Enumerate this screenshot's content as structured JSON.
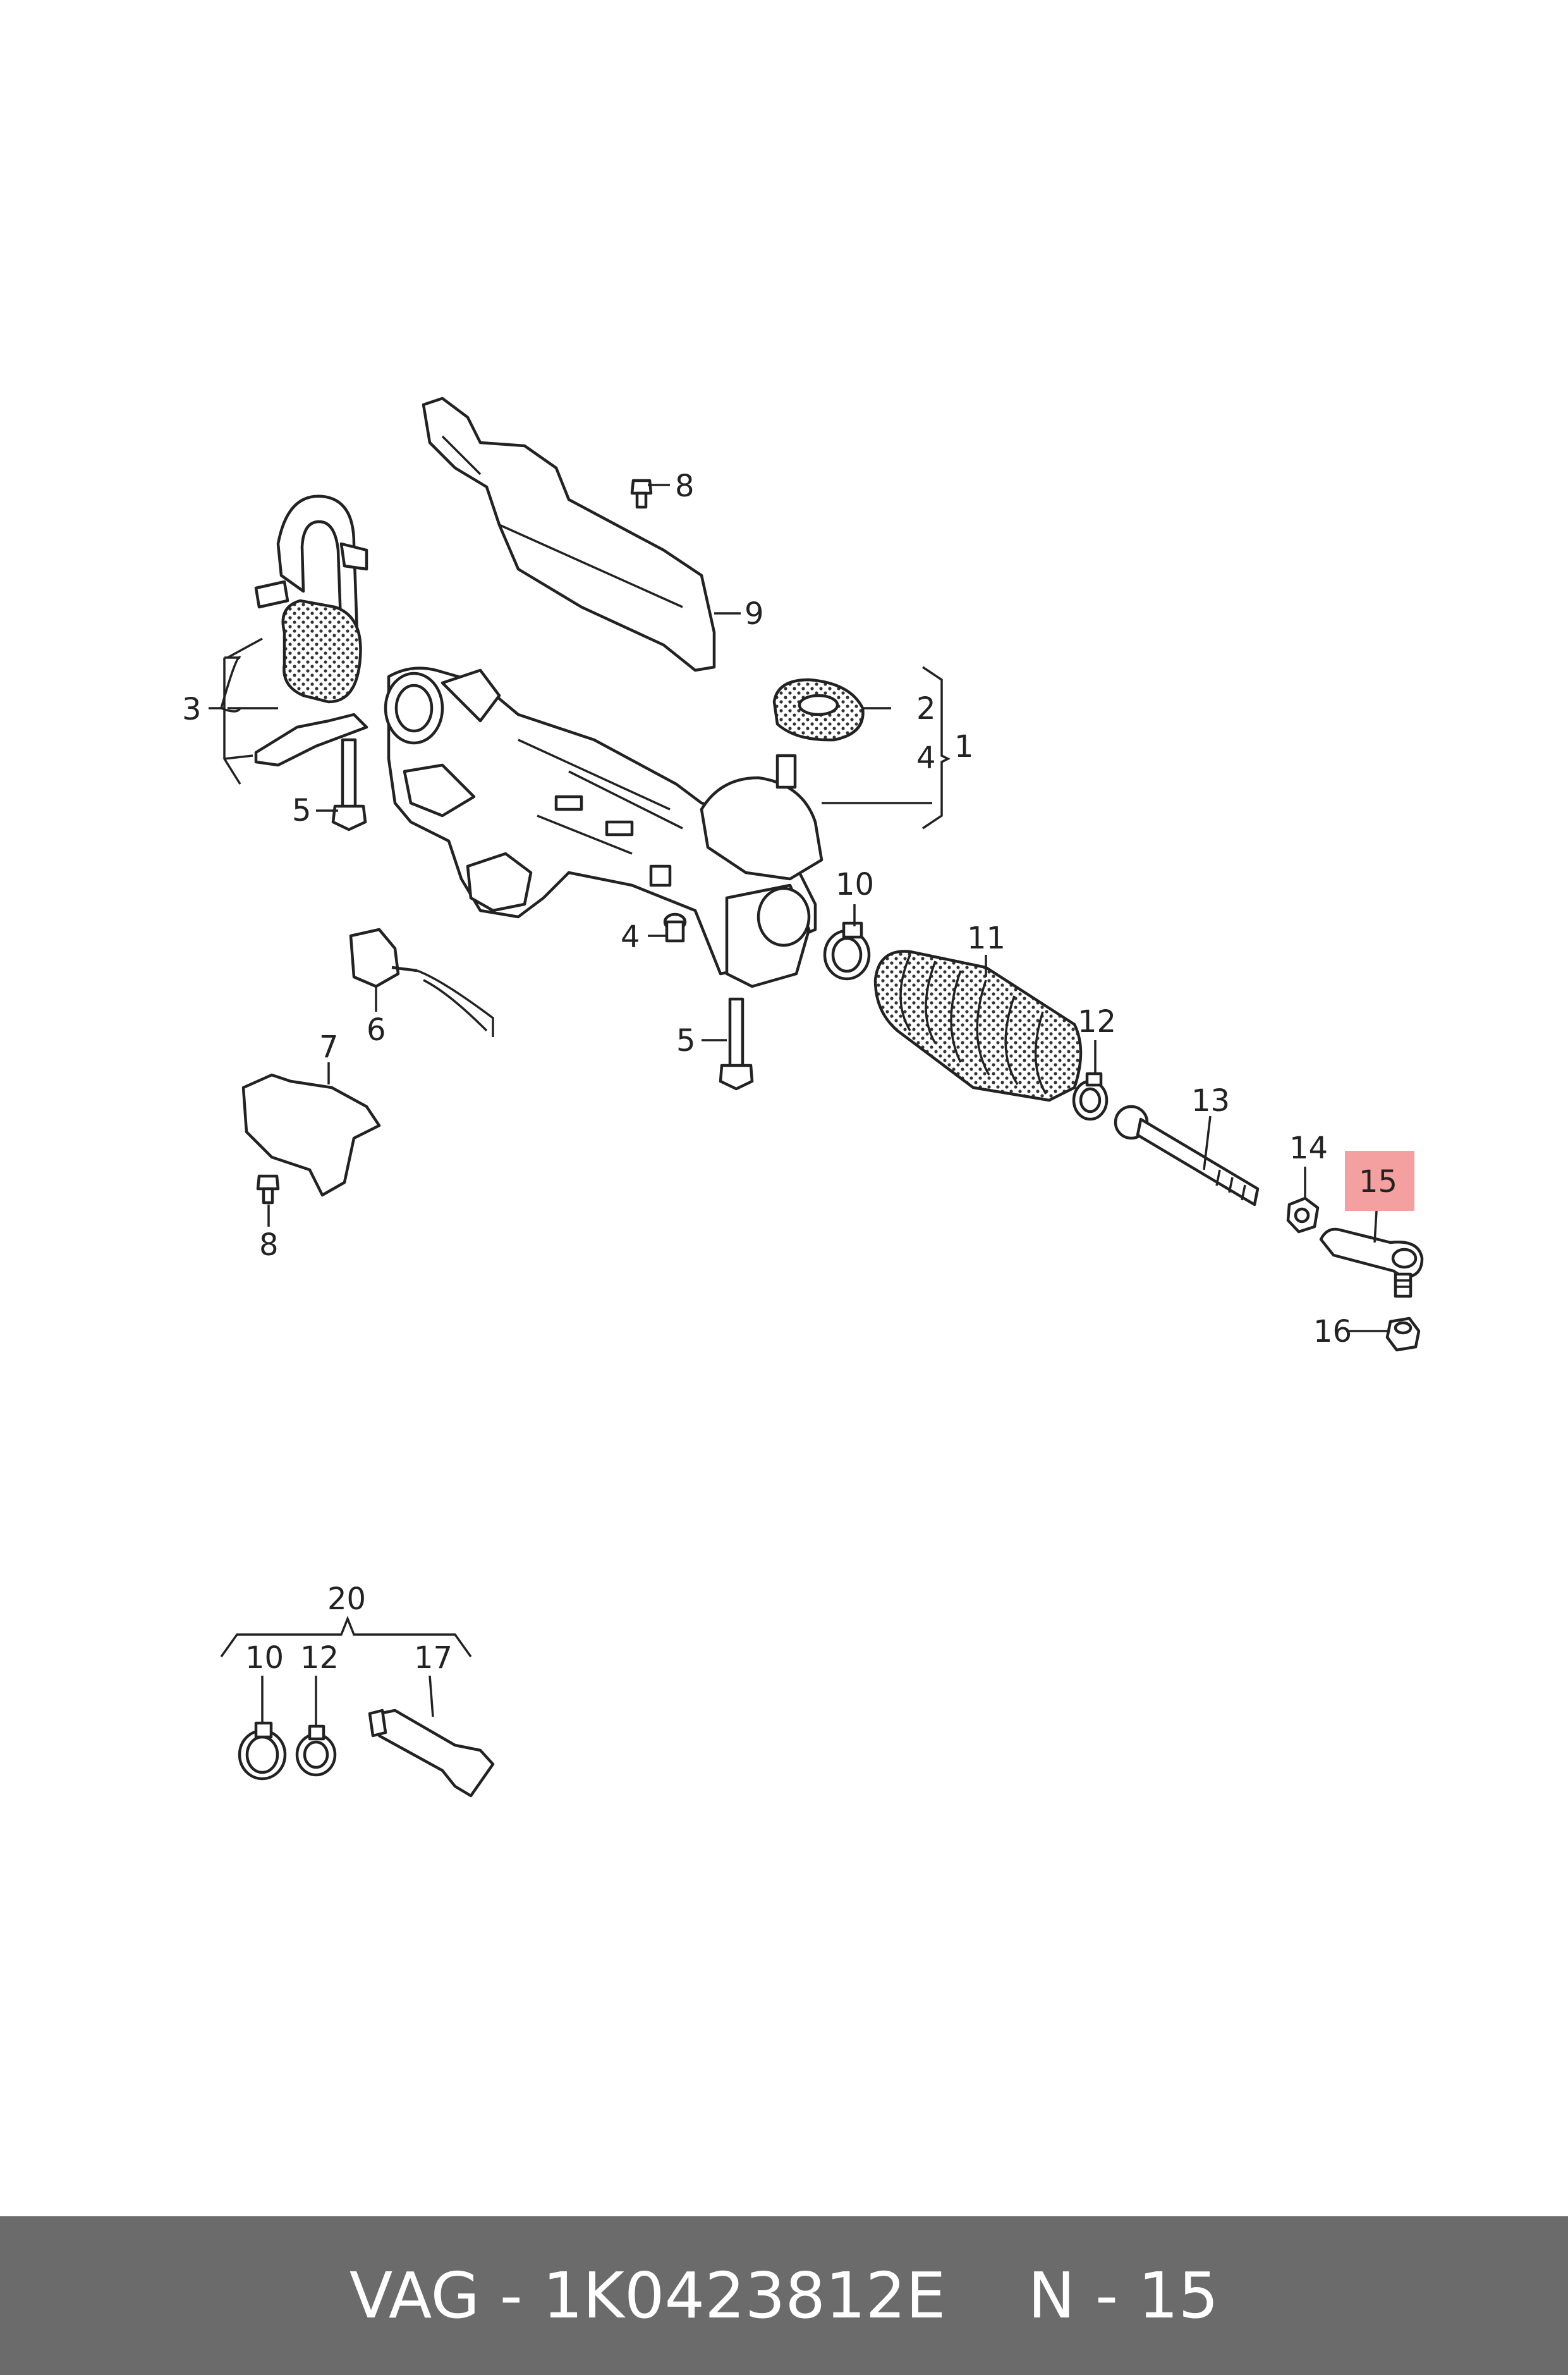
{
  "footer": {
    "brand": "VAG",
    "separator": "-",
    "part_number": "1K0423812E",
    "position_prefix": "N",
    "position_number": "15"
  },
  "highlight_color": "#f4a0a0",
  "footer_color": "#6b6b6b",
  "callouts": {
    "c1": "1",
    "c2": "2",
    "c3": "3",
    "c4a": "4",
    "c4b": "4",
    "c5a": "5",
    "c5b": "5",
    "c6": "6",
    "c7": "7",
    "c8a": "8",
    "c8b": "8",
    "c9": "9",
    "c10a": "10",
    "c10b": "10",
    "c11": "11",
    "c12a": "12",
    "c12b": "12",
    "c13": "13",
    "c14": "14",
    "c15": "15",
    "c16": "16",
    "c17": "17",
    "c20": "20"
  }
}
